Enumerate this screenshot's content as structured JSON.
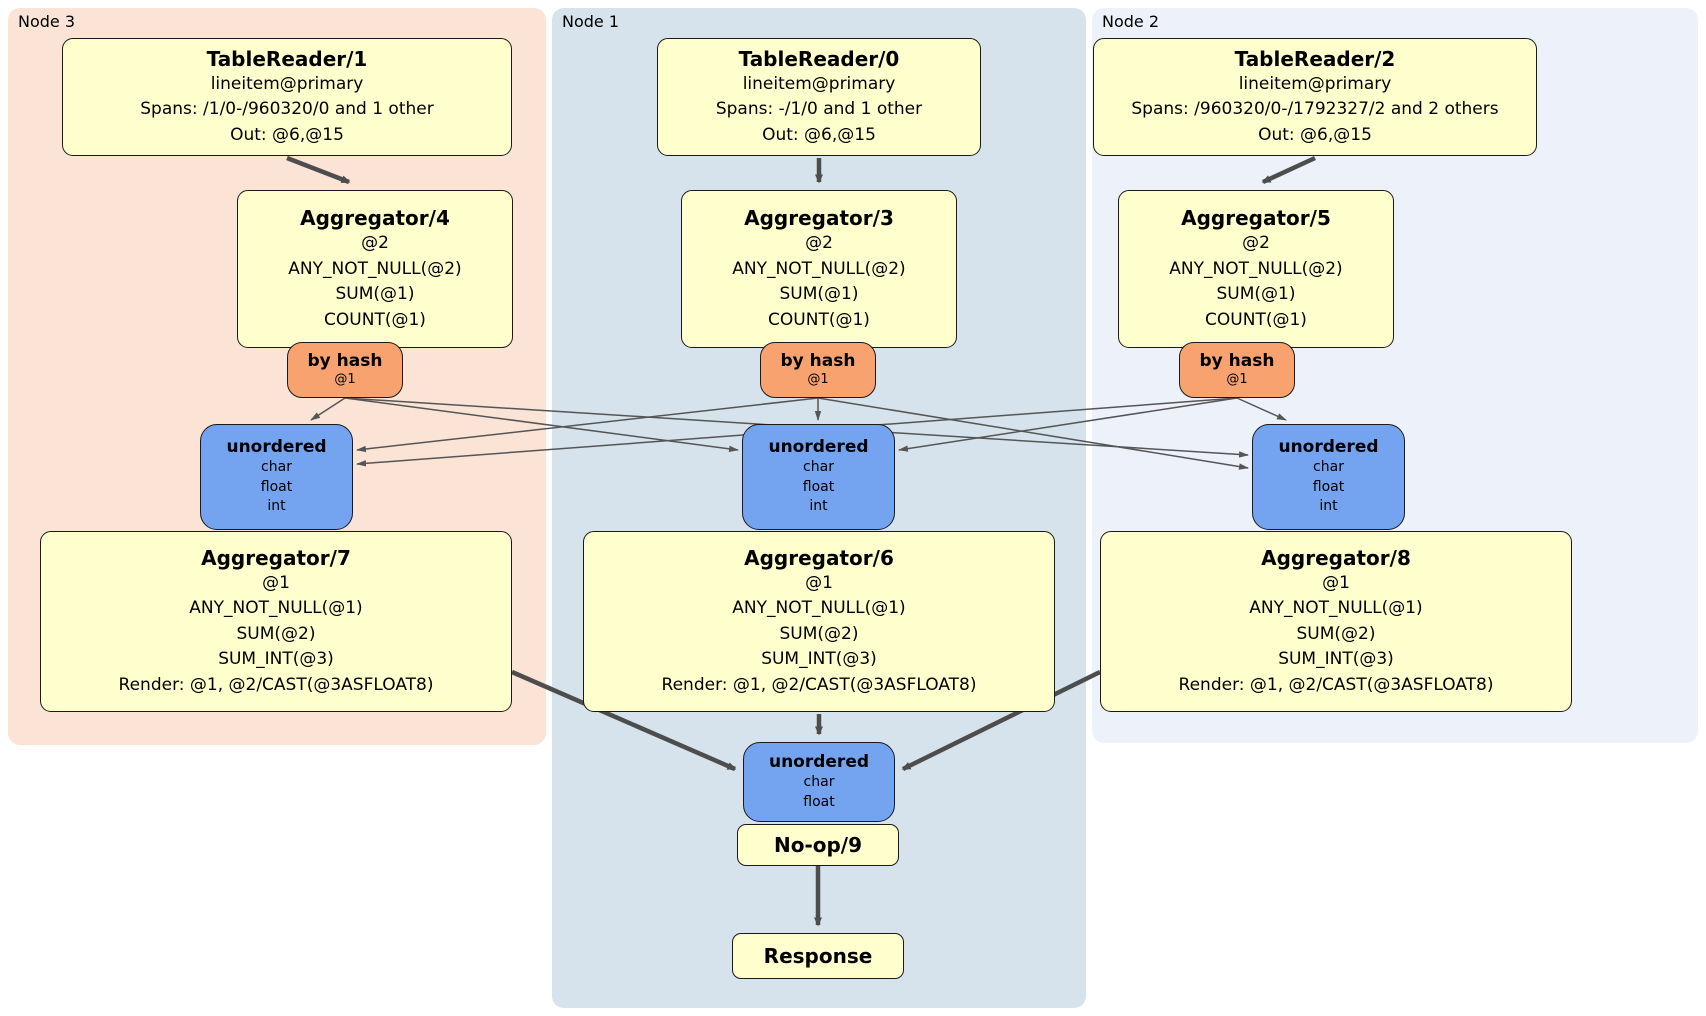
{
  "nodes": {
    "node3": {
      "label": "Node 3"
    },
    "node1": {
      "label": "Node 1"
    },
    "node2": {
      "label": "Node 2"
    }
  },
  "boxes": {
    "tablereader1": {
      "title": "TableReader/1",
      "lines": [
        "lineitem@primary",
        "Spans: /1/0-/960320/0 and 1 other",
        "Out: @6,@15"
      ]
    },
    "tablereader0": {
      "title": "TableReader/0",
      "lines": [
        "lineitem@primary",
        "Spans: -/1/0 and 1 other",
        "Out: @6,@15"
      ]
    },
    "tablereader2": {
      "title": "TableReader/2",
      "lines": [
        "lineitem@primary",
        "Spans: /960320/0-/1792327/2 and 2 others",
        "Out: @6,@15"
      ]
    },
    "aggregator4": {
      "title": "Aggregator/4",
      "lines": [
        "@2",
        "ANY_NOT_NULL(@2)",
        "SUM(@1)",
        "COUNT(@1)"
      ]
    },
    "aggregator3": {
      "title": "Aggregator/3",
      "lines": [
        "@2",
        "ANY_NOT_NULL(@2)",
        "SUM(@1)",
        "COUNT(@1)"
      ]
    },
    "aggregator5": {
      "title": "Aggregator/5",
      "lines": [
        "@2",
        "ANY_NOT_NULL(@2)",
        "SUM(@1)",
        "COUNT(@1)"
      ]
    },
    "router4": {
      "title": "by hash",
      "lines": [
        "@1"
      ]
    },
    "router3": {
      "title": "by hash",
      "lines": [
        "@1"
      ]
    },
    "router5": {
      "title": "by hash",
      "lines": [
        "@1"
      ]
    },
    "sync7": {
      "title": "unordered",
      "lines": [
        "char",
        "float",
        "int"
      ]
    },
    "sync6": {
      "title": "unordered",
      "lines": [
        "char",
        "float",
        "int"
      ]
    },
    "sync8": {
      "title": "unordered",
      "lines": [
        "char",
        "float",
        "int"
      ]
    },
    "aggregator7": {
      "title": "Aggregator/7",
      "lines": [
        "@1",
        "ANY_NOT_NULL(@1)",
        "SUM(@2)",
        "SUM_INT(@3)",
        "Render: @1, @2/CAST(@3ASFLOAT8)"
      ]
    },
    "aggregator6": {
      "title": "Aggregator/6",
      "lines": [
        "@1",
        "ANY_NOT_NULL(@1)",
        "SUM(@2)",
        "SUM_INT(@3)",
        "Render: @1, @2/CAST(@3ASFLOAT8)"
      ]
    },
    "aggregator8": {
      "title": "Aggregator/8",
      "lines": [
        "@1",
        "ANY_NOT_NULL(@1)",
        "SUM(@2)",
        "SUM_INT(@3)",
        "Render: @1, @2/CAST(@3ASFLOAT8)"
      ]
    },
    "sync_final": {
      "title": "unordered",
      "lines": [
        "char",
        "float"
      ]
    },
    "noop": {
      "title": "No-op/9"
    },
    "response": {
      "title": "Response"
    }
  },
  "colors": {
    "peach_region": "#fbe3d6",
    "node1_region": "#d6e3ec",
    "node2_region": "#edf2fa",
    "box_fill": "#feffcd",
    "router_fill": "#f7a26f",
    "sync_fill": "#74a3f0",
    "edge": "#4d4d4d",
    "thin_edge": "#555555",
    "box_border": "#1a1a1a"
  }
}
